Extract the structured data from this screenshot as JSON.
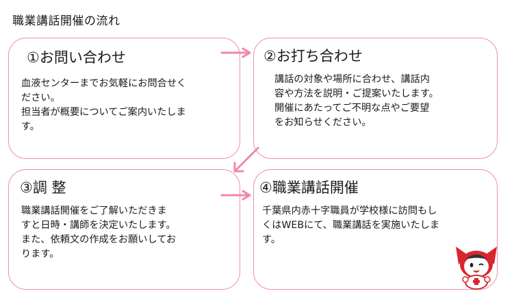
{
  "title": "職業講話開催の流れ",
  "steps": [
    {
      "title": "①お問い合わせ",
      "lines": [
        "血液センターまでお気軽にお問合せく",
        "ださい。",
        "担当者が概要についてご案内いたしま",
        "す。"
      ]
    },
    {
      "title": "②お打ち合わせ",
      "lines": [
        "講話の対象や場所に合わせ、講話内",
        "容や方法を説明・ご提案いたします。",
        "開催にあたってご不明な点やご要望",
        "をお知らせください。"
      ]
    },
    {
      "title": "③調 整",
      "lines": [
        "職業講話開催をご了解いただきま",
        "すと日時・講師を決定いたします。",
        "また、依頼文の作成をお願いしてお",
        "ります。"
      ]
    },
    {
      "title": "④職業講話開催",
      "lines": [
        "千葉県内赤十字職員が学校様に訪問もし",
        "くはWEBにて、職業講話を実施いたしま",
        "す。"
      ]
    }
  ],
  "colors": {
    "border": "#f08db0",
    "arrow": "#ee87ad",
    "mascot_red": "#d8262e"
  },
  "icons": {
    "mascot": "mascot-character-icon"
  }
}
